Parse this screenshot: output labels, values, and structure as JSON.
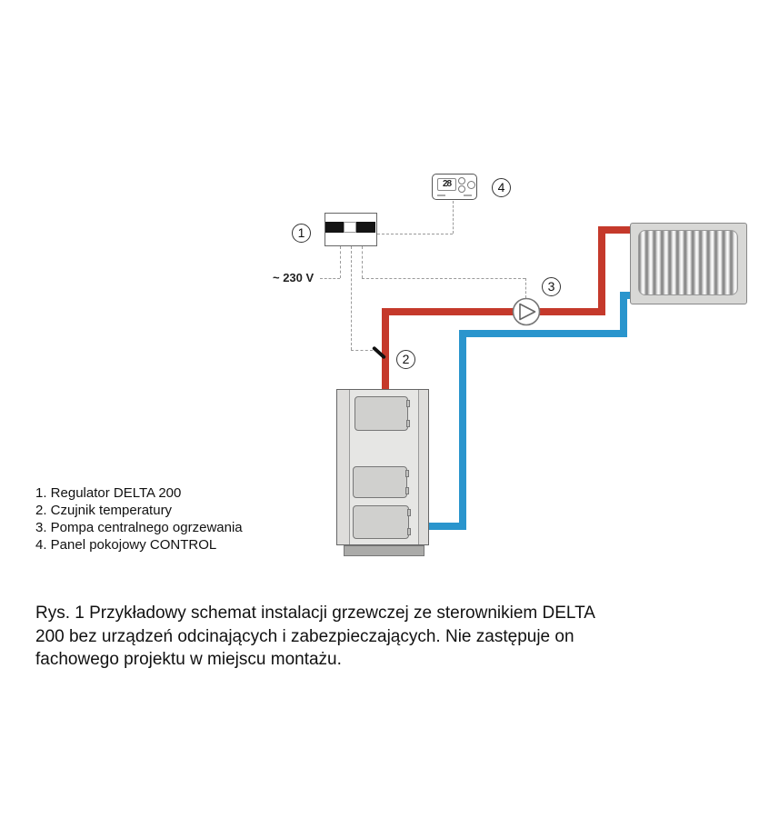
{
  "diagram": {
    "voltage_label": "~ 230 V",
    "panel": {
      "display_value": "28"
    },
    "callouts": [
      "1",
      "2",
      "3",
      "4"
    ],
    "colors": {
      "supply_pipe": "#c5392b",
      "return_pipe": "#2a95cd",
      "wire_dashed": "#9a9a9a"
    }
  },
  "legend": {
    "items": [
      "1. Regulator DELTA 200",
      "2. Czujnik temperatury",
      "3. Pompa centralnego ogrzewania",
      "4. Panel pokojowy CONTROL"
    ]
  },
  "caption": {
    "lines": [
      "Rys. 1 Przykładowy schemat instalacji grzewczej ze sterownikiem DELTA",
      "200 bez urządzeń odcinających i zabezpieczających. Nie zastępuje on",
      "fachowego projektu w miejscu montażu."
    ]
  }
}
